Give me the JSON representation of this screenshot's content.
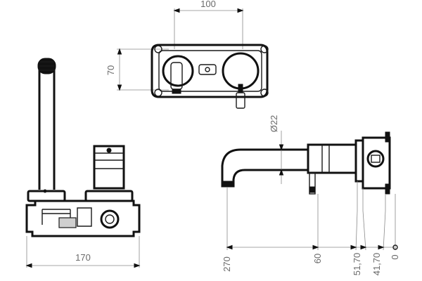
{
  "dimensions": {
    "top_width": "100",
    "top_height": "70",
    "spout_diameter": "Ø22",
    "front_width": "170",
    "side_270": "270",
    "side_60": "60",
    "side_51_70": "51,70",
    "side_41_70": "41,70",
    "side_0": "0"
  }
}
